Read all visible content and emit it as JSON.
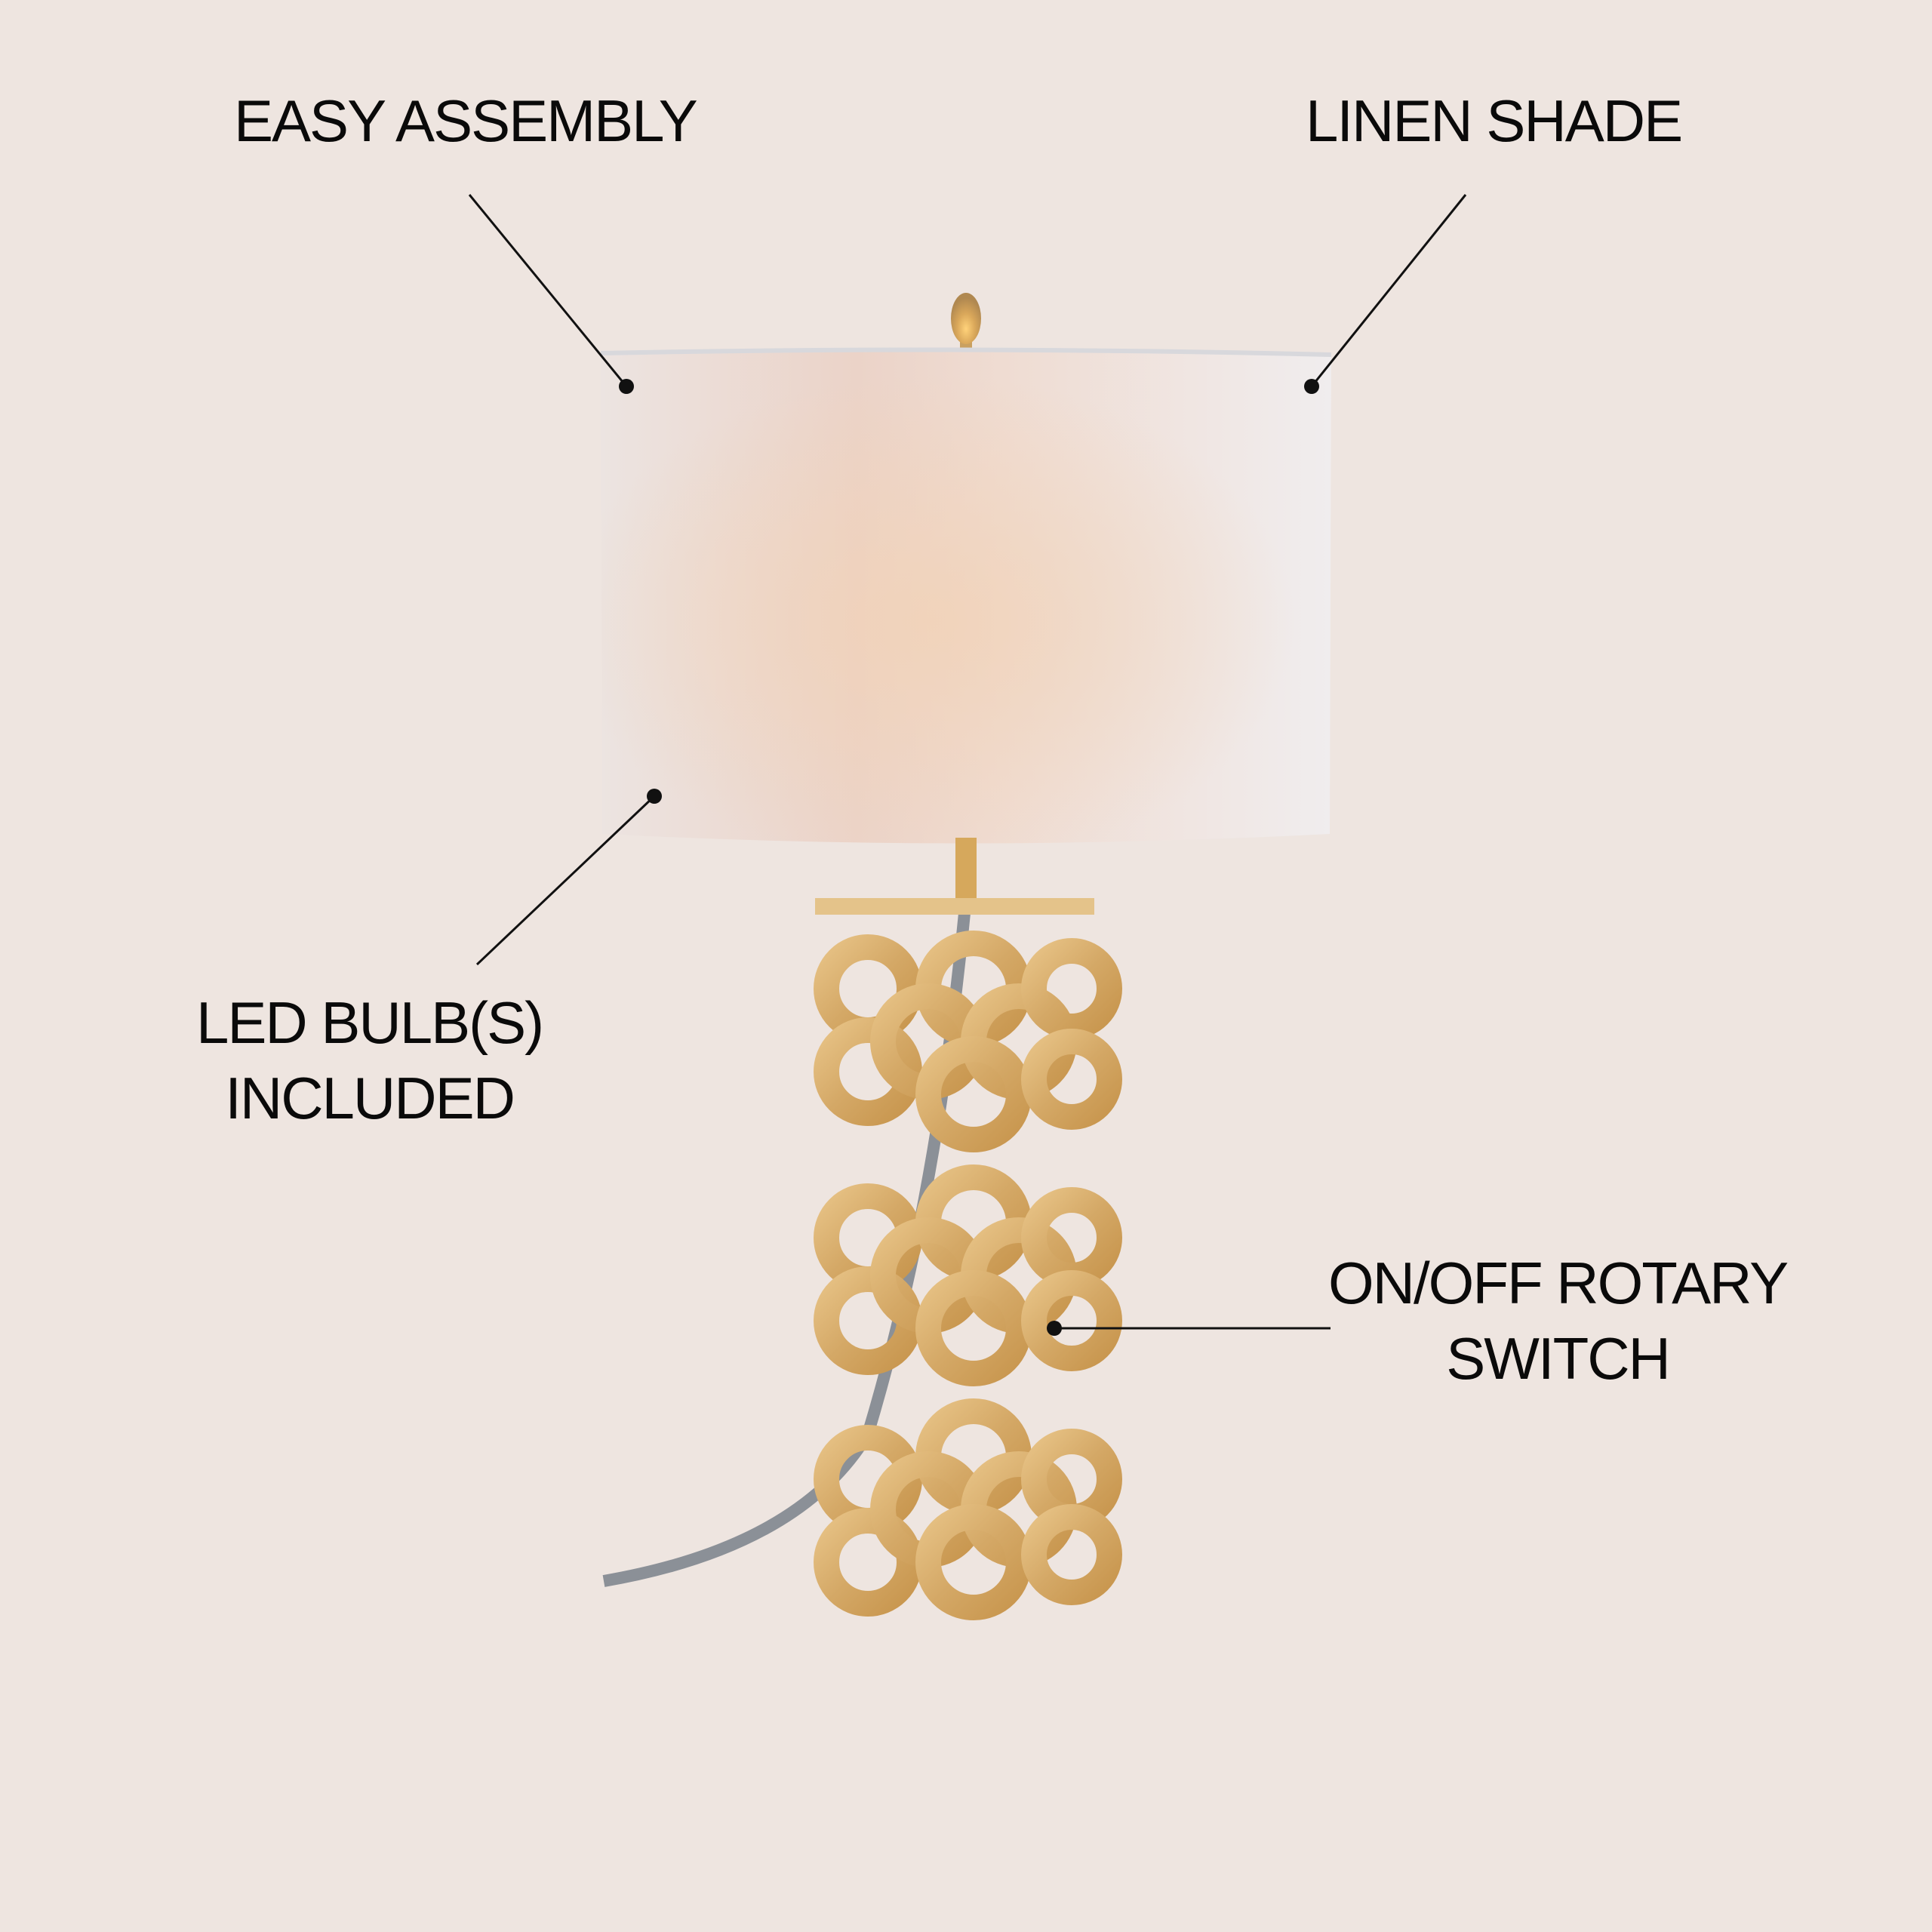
{
  "background_color": "#EEE5E0",
  "product": {
    "type": "table lamp",
    "shade_color": "#F1ECEA",
    "base_color": "#D9B26E",
    "cord_color": "#8B9097",
    "finial": "gold ball finial"
  },
  "callouts": [
    {
      "id": "easy-assembly",
      "lines": [
        "EASY ASSEMBLY"
      ]
    },
    {
      "id": "linen-shade",
      "lines": [
        "LINEN SHADE"
      ]
    },
    {
      "id": "led-bulbs",
      "lines": [
        "LED BULB(S)",
        "INCLUDED"
      ]
    },
    {
      "id": "rotary-switch",
      "lines": [
        "ON/OFF ROTARY",
        "SWITCH"
      ]
    }
  ],
  "leader_color": "#111111"
}
